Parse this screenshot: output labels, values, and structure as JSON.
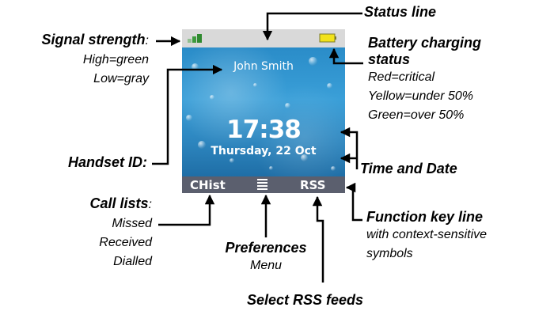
{
  "screen": {
    "handset_id": "John Smith",
    "time": "17:38",
    "date": "Thursday, 22 Oct",
    "softkeys": {
      "left": "CHist",
      "right": "RSS",
      "middle_icon": "menu-lines-icon"
    },
    "signal_icon": "signal-bars-icon",
    "battery_icon": "battery-icon",
    "colors": {
      "status_bar": "#d9d9d9",
      "fkey_bar": "#5b5f6e",
      "signal_green": "#3d9a3d",
      "battery_yellow": "#f2e21a"
    }
  },
  "callouts": {
    "status_line": "Status line",
    "signal_strength": {
      "title": "Signal strength",
      "suffix": ":",
      "lines": [
        "High=green",
        "Low=gray"
      ]
    },
    "battery": {
      "title_lines": [
        "Battery charging",
        "status"
      ],
      "lines": [
        "Red=critical",
        "Yellow=under 50%",
        "Green=over 50%"
      ]
    },
    "handset_id": "Handset ID:",
    "time_date": "Time and Date",
    "call_lists": {
      "title": "Call lists",
      "suffix": ":",
      "lines": [
        "Missed",
        "Received",
        "Dialled"
      ]
    },
    "preferences": {
      "title": "Preferences",
      "line": "Menu"
    },
    "function_key": {
      "title": "Function key line",
      "lines": [
        "with context-sensitive",
        "symbols"
      ]
    },
    "rss": "Select RSS feeds"
  }
}
